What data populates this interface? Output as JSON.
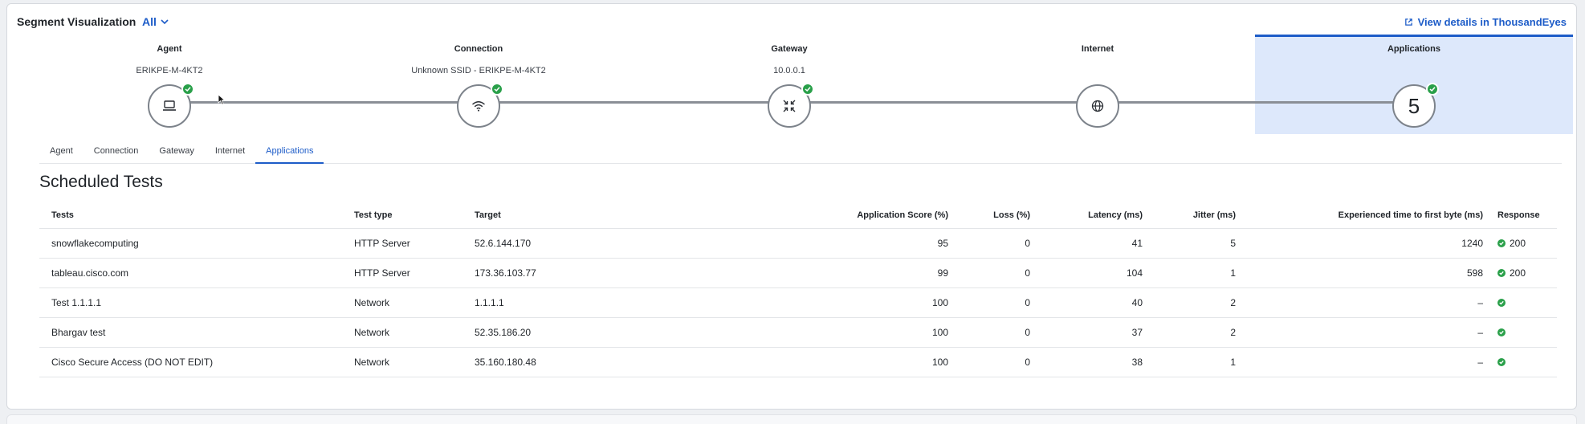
{
  "header": {
    "title": "Segment Visualization",
    "filter_label": "All",
    "details_link": "View details in ThousandEyes"
  },
  "segments": [
    {
      "title": "Agent",
      "subtitle": "ERIKPE-M-4KT2",
      "icon": "laptop-icon",
      "status": "ok"
    },
    {
      "title": "Connection",
      "subtitle": "Unknown SSID - ERIKPE-M-4KT2",
      "icon": "wifi-icon",
      "status": "ok"
    },
    {
      "title": "Gateway",
      "subtitle": "10.0.0.1",
      "icon": "gateway-icon",
      "status": "ok"
    },
    {
      "title": "Internet",
      "subtitle": "",
      "icon": "globe-icon",
      "status": "none"
    },
    {
      "title": "Applications",
      "subtitle": "",
      "count": "5",
      "status": "ok",
      "selected": true
    }
  ],
  "tabs": [
    "Agent",
    "Connection",
    "Gateway",
    "Internet",
    "Applications"
  ],
  "active_tab": "Applications",
  "section_title": "Scheduled Tests",
  "table": {
    "columns": {
      "tests": "Tests",
      "type": "Test type",
      "target": "Target",
      "score": "Application Score (%)",
      "loss": "Loss (%)",
      "latency": "Latency (ms)",
      "jitter": "Jitter (ms)",
      "ttfb": "Experienced time to first byte (ms)",
      "response": "Response"
    },
    "rows": [
      {
        "tests": "snowflakecomputing",
        "type": "HTTP Server",
        "target": "52.6.144.170",
        "score": "95",
        "loss": "0",
        "latency": "41",
        "jitter": "5",
        "ttfb": "1240",
        "response": "200"
      },
      {
        "tests": "tableau.cisco.com",
        "type": "HTTP Server",
        "target": "173.36.103.77",
        "score": "99",
        "loss": "0",
        "latency": "104",
        "jitter": "1",
        "ttfb": "598",
        "response": "200"
      },
      {
        "tests": "Test 1.1.1.1",
        "type": "Network",
        "target": "1.1.1.1",
        "score": "100",
        "loss": "0",
        "latency": "40",
        "jitter": "2",
        "ttfb": "–",
        "response": ""
      },
      {
        "tests": "Bhargav test",
        "type": "Network",
        "target": "52.35.186.20",
        "score": "100",
        "loss": "0",
        "latency": "37",
        "jitter": "2",
        "ttfb": "–",
        "response": ""
      },
      {
        "tests": "Cisco Secure Access (DO NOT EDIT)",
        "type": "Network",
        "target": "35.160.180.48",
        "score": "100",
        "loss": "0",
        "latency": "38",
        "jitter": "1",
        "ttfb": "–",
        "response": ""
      }
    ]
  },
  "colors": {
    "accent": "#1d5cc8",
    "ok": "#2aa04a",
    "selected_bg": "#dde8fb"
  }
}
